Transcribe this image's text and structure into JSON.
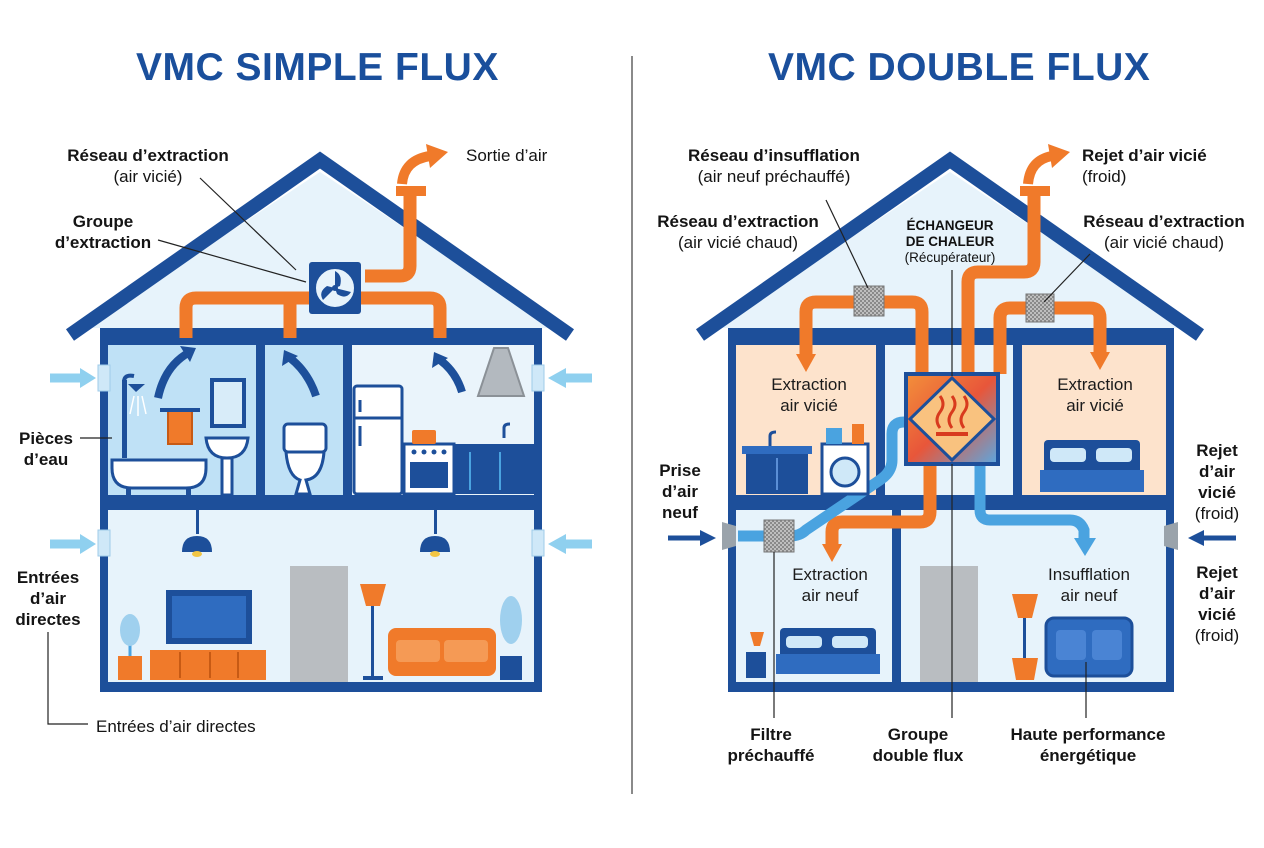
{
  "titles": {
    "left": "VMC SIMPLE FLUX",
    "right": "VMC DOUBLE FLUX"
  },
  "simple": {
    "reseau_extraction": {
      "line1": "Réseau d’extraction",
      "line2": "(air vicié)"
    },
    "groupe_extraction": {
      "line1": "Groupe",
      "line2": "d’extraction"
    },
    "sortie_air": "Sortie d’air",
    "pieces_eau": {
      "line1": "Pièces",
      "line2": "d’eau"
    },
    "entrees_air_side": {
      "line1": "Entrées",
      "line2": "d’air",
      "line3": "directes"
    },
    "entrees_air_bottom": "Entrées d’air directes"
  },
  "double": {
    "reseau_insufflation": {
      "line1": "Réseau d’insufflation",
      "line2": "(air neuf préchauffé)"
    },
    "reseau_extraction_left": {
      "line1": "Réseau d’extraction",
      "line2": "(air vicié chaud)"
    },
    "echangeur": {
      "line1": "ÉCHANGEUR",
      "line2": "DE CHALEUR",
      "line3": "(Récupérateur)"
    },
    "rejet_top": {
      "line1": "Rejet d’air vicié",
      "line2": "(froid)"
    },
    "reseau_extraction_right": {
      "line1": "Réseau d’extraction",
      "line2": "(air vicié chaud)"
    },
    "extraction_left_room": {
      "line1": "Extraction",
      "line2": "air vicié"
    },
    "extraction_right_room": {
      "line1": "Extraction",
      "line2": "air vicié"
    },
    "prise_air": {
      "line1": "Prise",
      "line2": "d’air",
      "line3": "neuf"
    },
    "rejet_side_1": {
      "line1": "Rejet",
      "line2": "d’air",
      "line3": "vicié",
      "line4": "(froid)"
    },
    "rejet_side_2": {
      "line1": "Rejet",
      "line2": "d’air",
      "line3": "vicié",
      "line4": "(froid)"
    },
    "extraction_air_neuf": {
      "line1": "Extraction",
      "line2": "air neuf"
    },
    "insufflation_air_neuf": {
      "line1": "Insufflation",
      "line2": "air neuf"
    },
    "filtre": {
      "line1": "Filtre",
      "line2": "préchauffé"
    },
    "groupe_double": {
      "line1": "Groupe",
      "line2": "double flux"
    },
    "haute_perf": {
      "line1": "Haute performance",
      "line2": "énergétique"
    }
  },
  "colors": {
    "house_blue": "#1d4f9a",
    "duct_orange": "#f07a2a",
    "duct_blue": "#4aa3e0",
    "wet_room": "#bfe1f6",
    "warm_room": "#fde3cc",
    "light_room": "#e7f3fb",
    "title_blue": "#1a4f9c"
  }
}
